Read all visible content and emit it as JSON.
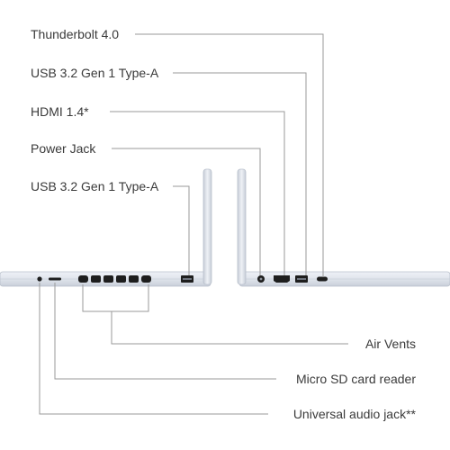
{
  "left_labels": [
    {
      "id": "thunderbolt",
      "text": "Thunderbolt 4.0"
    },
    {
      "id": "usb-a-right",
      "text": "USB 3.2 Gen 1 Type-A"
    },
    {
      "id": "hdmi",
      "text": "HDMI 1.4*"
    },
    {
      "id": "power-jack",
      "text": "Power Jack"
    },
    {
      "id": "usb-a-left",
      "text": "USB 3.2 Gen 1 Type-A"
    }
  ],
  "right_labels": [
    {
      "id": "air-vents",
      "text": "Air Vents"
    },
    {
      "id": "micro-sd",
      "text": "Micro SD card reader"
    },
    {
      "id": "audio-jack",
      "text": "Universal audio jack**"
    }
  ],
  "colors": {
    "leader_line": "#9a9a9a",
    "laptop_body": "#dfe4ec",
    "laptop_edge": "#b9c0cc",
    "port_dark": "#1e1e1e",
    "text": "#3a3a3a"
  }
}
